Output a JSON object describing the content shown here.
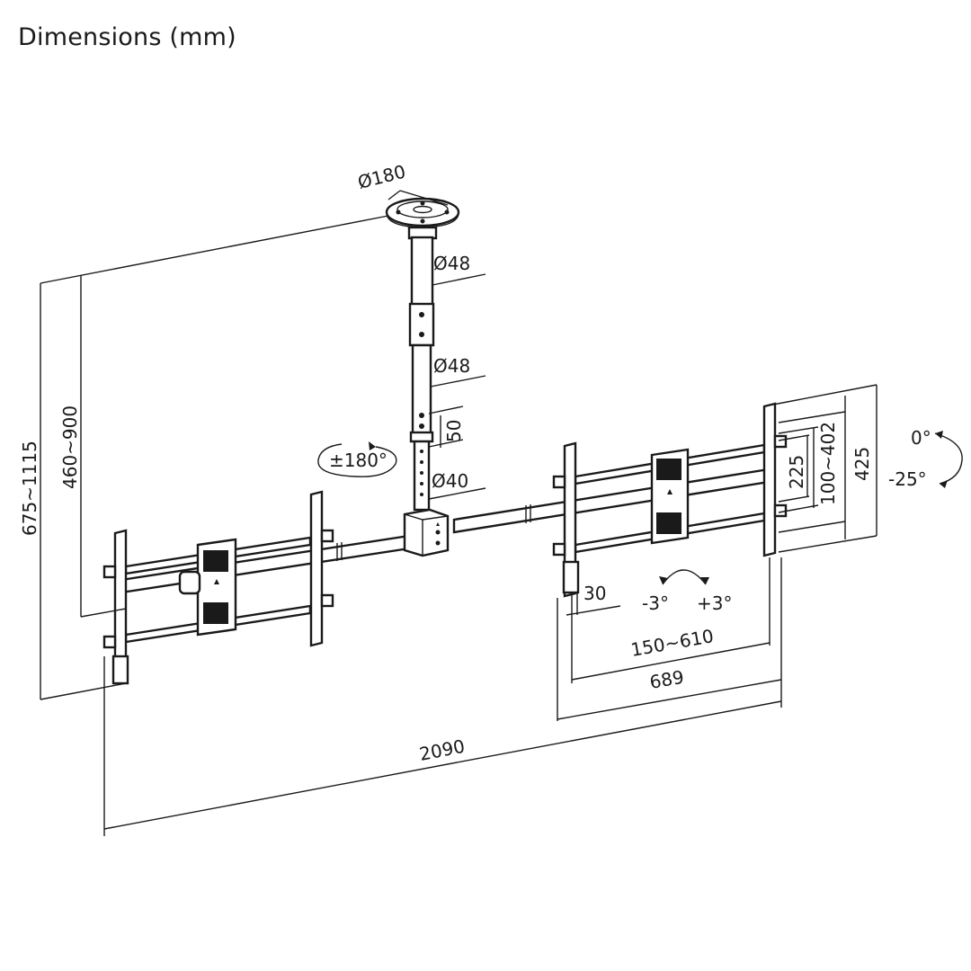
{
  "title": "Dimensions (mm)",
  "labels": {
    "plate_diameter": "Ø180",
    "upper_pole_diameter": "Ø48",
    "mid_pole_diameter": "Ø48",
    "lower_pole_diameter": "Ø40",
    "hole_spacing": "50",
    "rotation": "±180°",
    "total_height": "675~1115",
    "pole_height": "460~900",
    "total_width": "2090",
    "frame_width": "689",
    "vesa_horizontal": "150~610",
    "bracket_offset": "30",
    "vesa_vertical_fixed": "225",
    "vesa_vertical_range": "100~402",
    "frame_height": "425",
    "tilt_top": "0°",
    "tilt_bottom": "-25°",
    "level_minus": "-3°",
    "level_plus": "+3°"
  }
}
